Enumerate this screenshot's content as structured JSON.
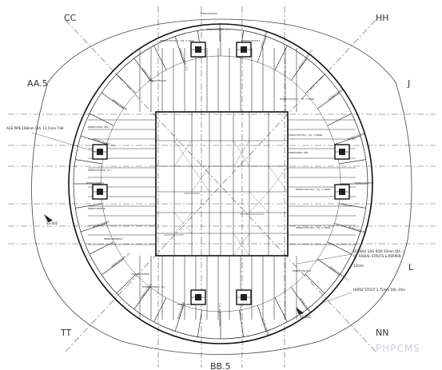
{
  "grid_labels": {
    "cc": "CC",
    "hh": "HH",
    "aa5": "AA.5",
    "j": "J",
    "l": "L",
    "tt": "TT",
    "nn": "NN",
    "bottom": "BB.5"
  },
  "annotations": {
    "right_note_1": "DOUBLE SAG ROD 10mm DIA. (",
    "right_note_2": "OF RADIAL STRUTS & PERPEN",
    "right_note_3": "10mm",
    "right_note_4": "HORIZ STRUT 3.75mm DIA. 10m",
    "left_note_1": "AGE PIPE 168mm DIA. 12.5mm THK",
    "section_mark": "SS-002"
  },
  "beam_tags": [
    "H350X125X9X9",
    "H350X125X9X9 [C]",
    "H350X125X6X9",
    "H350X175X7X11",
    "H350X175X7X11 [5] C=40mm",
    "H350X175X7X11 [3] C=20mm",
    "H300X150X6.5X9",
    "H400X200X8X13"
  ],
  "watermark": "PHPCMS"
}
